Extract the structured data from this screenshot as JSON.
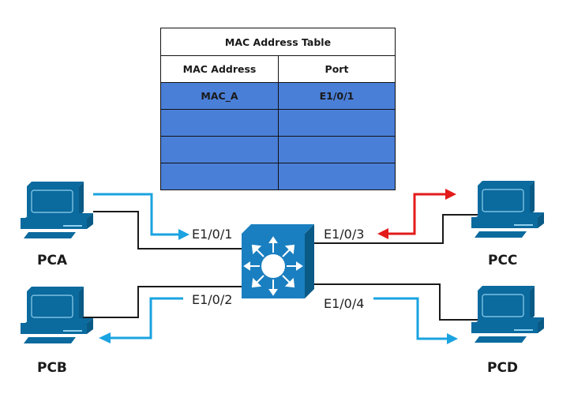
{
  "mac_table": {
    "title": "MAC Address Table",
    "headers": [
      "MAC Address",
      "Port"
    ],
    "rows": [
      [
        "MAC_A",
        "E1/0/1"
      ],
      [
        "",
        ""
      ],
      [
        "",
        ""
      ],
      [
        "",
        ""
      ]
    ]
  },
  "switch": {
    "icon": "layer3-switch-icon"
  },
  "ports": {
    "p1": "E1/0/1",
    "p2": "E1/0/2",
    "p3": "E1/0/3",
    "p4": "E1/0/4"
  },
  "hosts": {
    "pca": "PCA",
    "pcb": "PCB",
    "pcc": "PCC",
    "pcd": "PCD"
  },
  "colors": {
    "device": "#0b6a9e",
    "table_fill": "#4a7fd8",
    "frame_flow": "#1aa3e0",
    "reply_flow": "#e31b1b",
    "link": "#1a1a1a"
  }
}
